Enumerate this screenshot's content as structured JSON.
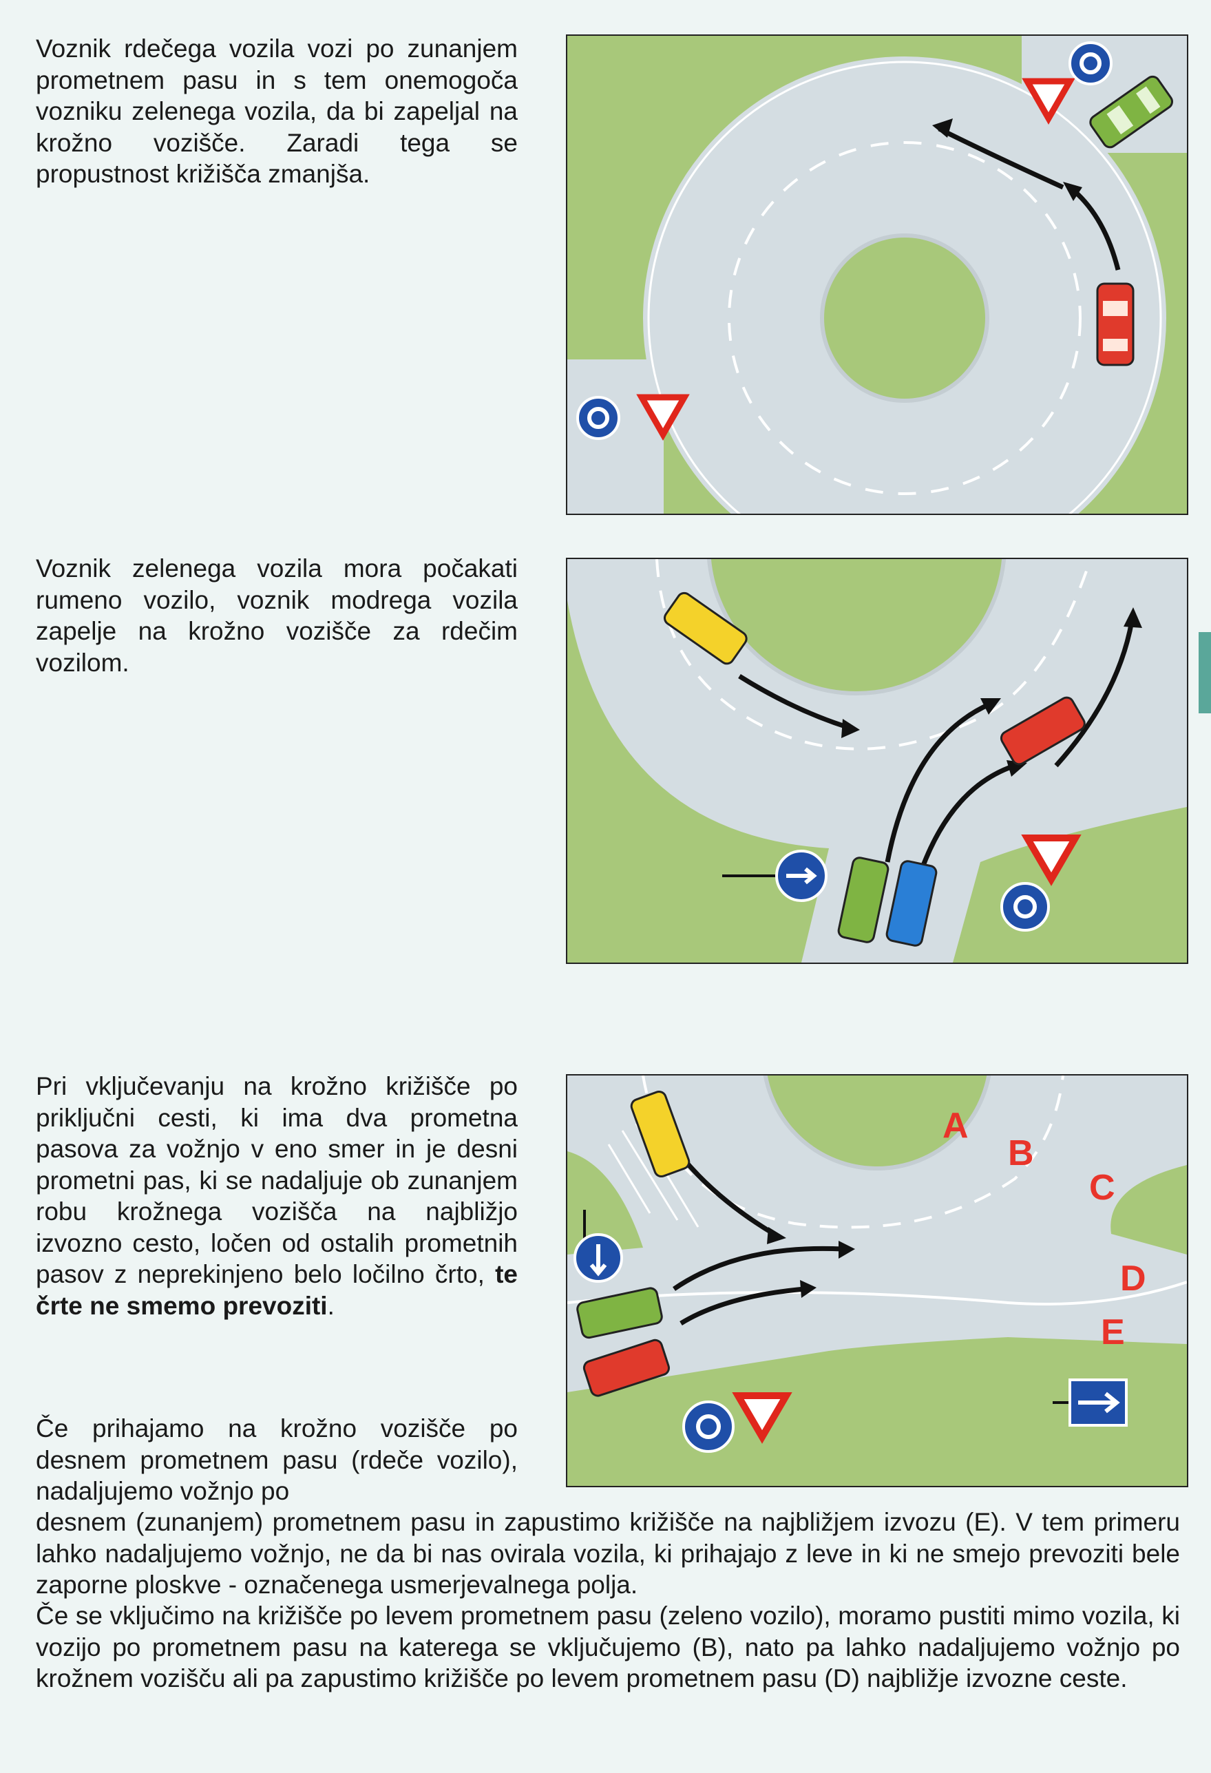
{
  "paragraphs": {
    "p1": "Voznik rdečega vozila vozi po zunanjem prometnem pasu in s tem onemogoča vozniku zelenega vozila, da bi zapeljal na krožno vozišče. Zaradi tega se propustnost križišča zmanjša.",
    "p2": "Voznik zelenega vozila mora počakati rumeno vozilo, voznik modrega vozila zapelje na krožno vozišče za rdečim vozilom.",
    "p3_normal": "Pri vključevanju na krožno križišče po priključni cesti, ki ima dva prometna pasova za vožnjo v eno smer in je desni prometni pas, ki se nadaljuje ob zunanjem robu krožnega vozišča na najbližjo izvozno cesto, ločen od ostalih prometnih pasov z neprekinjeno belo ločilno črto, ",
    "p3_bold": "te črte ne smemo prevoziti",
    "p3_end": ".",
    "p4_top": "Če prihajamo na krožno vozišče po desnem prometnem pasu (rdeče vozilo), nadaljujemo vožnjo po",
    "p4_bottom": "desnem (zunanjem) prometnem pasu in zapustimo križišče na najbližjem izvozu (E). V tem primeru lahko nadaljujemo vožnjo, ne da bi nas ovirala vozila, ki prihajajo z leve in ki ne smejo prevoziti bele zaporne ploskve - označenega usmerjevalnega polja.",
    "p5": "Če se vključimo na križišče po levem prometnem pasu (zeleno vozilo), moramo pustiti mimo vozila, ki vozijo po prometnem pasu na katerega se vključujemo (B), nato pa lahko nadaljujemo vožnjo po krožnem vozišču ali pa zapustimo križišče po levem prometnem pasu (D) najbližje izvozne ceste."
  },
  "figure3": {
    "labels": [
      "A",
      "B",
      "C",
      "D",
      "E"
    ],
    "label_color": "#e8342a"
  },
  "colors": {
    "grass": "#a8c87a",
    "road": "#d4dde2",
    "car_red": "#e03a2c",
    "car_green": "#7fb443",
    "car_yellow": "#f4d22a",
    "car_blue": "#2a7fd6",
    "sign_blue": "#1f4fa8",
    "accent_tab": "#5aa79a"
  },
  "icons": [
    "roundabout-sign-icon",
    "yield-sign-icon",
    "direction-arrow-sign-icon",
    "car-icon",
    "arrow-icon"
  ]
}
